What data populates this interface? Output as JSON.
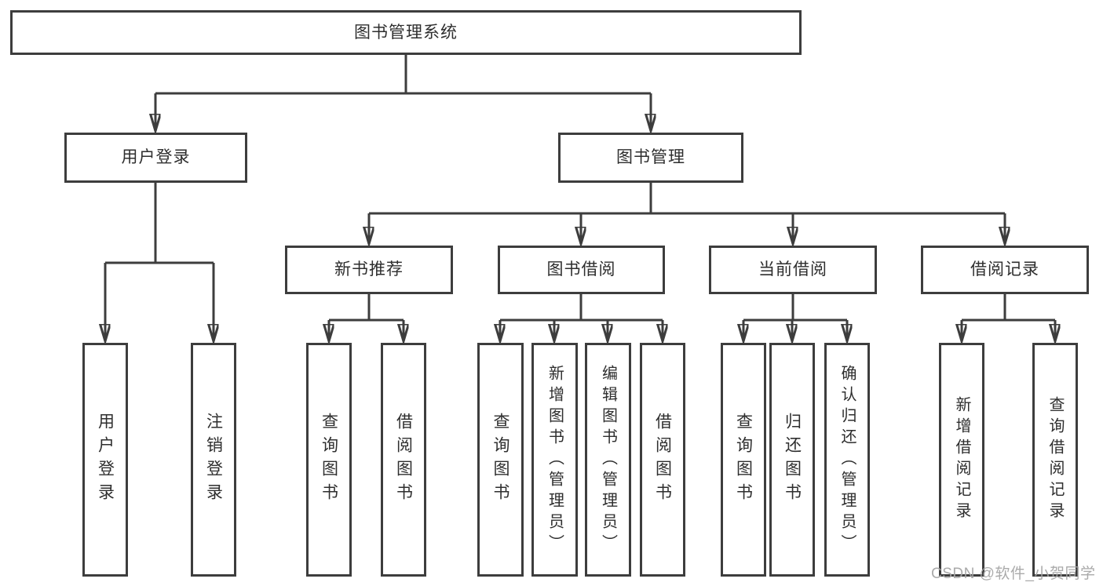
{
  "nodes": {
    "root": "图书管理系统",
    "user_login": "用户登录",
    "book_mgmt": "图书管理",
    "new_book_rec": "新书推荐",
    "book_borrow": "图书借阅",
    "current_borrow": "当前借阅",
    "borrow_records": "借阅记录",
    "leaf_user_login": "用户登录",
    "leaf_logout": "注销登录",
    "leaf_rec_query_book": "查询图书",
    "leaf_rec_borrow_book": "借阅图书",
    "leaf_bb_query_book": "查询图书",
    "leaf_bb_add_book": "新增图书（管理员）",
    "leaf_bb_edit_book": "编辑图书（管理员）",
    "leaf_bb_borrow_book": "借阅图书",
    "leaf_cb_query_book": "查询图书",
    "leaf_cb_return_book": "归还图书",
    "leaf_cb_confirm_return": "确认归还（管理员）",
    "leaf_br_add_record": "新增借阅记录",
    "leaf_br_query_record": "查询借阅记录"
  },
  "hierarchy": {
    "图书管理系统": {
      "用户登录": [
        "用户登录",
        "注销登录"
      ],
      "图书管理": {
        "新书推荐": [
          "查询图书",
          "借阅图书"
        ],
        "图书借阅": [
          "查询图书",
          "新增图书（管理员）",
          "编辑图书（管理员）",
          "借阅图书"
        ],
        "当前借阅": [
          "查询图书",
          "归还图书",
          "确认归还（管理员）"
        ],
        "借阅记录": [
          "新增借阅记录",
          "查询借阅记录"
        ]
      }
    }
  },
  "watermark": {
    "text": "CSDN @软件_小贺同学"
  },
  "colors": {
    "line": "#3d3d3d",
    "text": "#2e2e2e",
    "background": "#ffffff",
    "watermark": "#a6a6a6"
  }
}
